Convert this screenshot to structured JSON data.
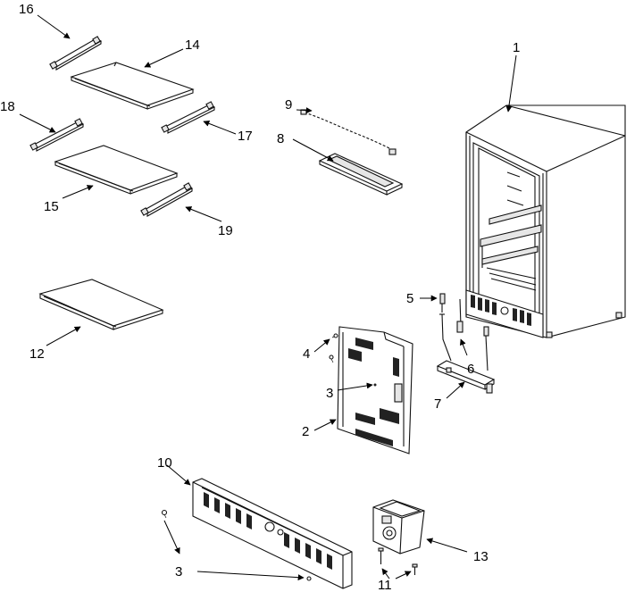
{
  "labels": {
    "l1": "1",
    "l2": "2",
    "l3a": "3",
    "l3b": "3",
    "l4": "4",
    "l5": "5",
    "l6": "6",
    "l7": "7",
    "l8": "8",
    "l9": "9",
    "l10": "10",
    "l11": "11",
    "l12": "12",
    "l13": "13",
    "l14": "14",
    "l15": "15",
    "l16": "16",
    "l17": "17",
    "l18": "18",
    "l19": "19"
  }
}
